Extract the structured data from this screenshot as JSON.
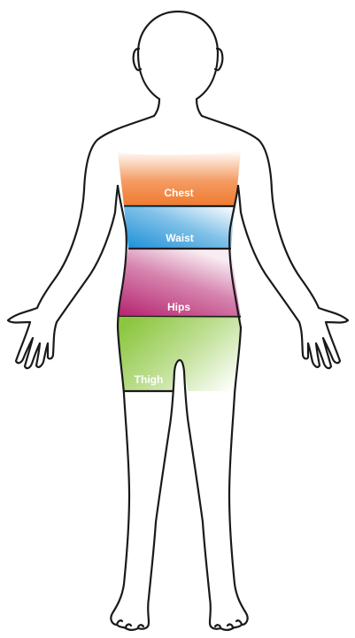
{
  "zones": {
    "chest": {
      "label": "Chest",
      "color": "#f07a2f"
    },
    "waist": {
      "label": "Waist",
      "color": "#1a8fd6"
    },
    "hips": {
      "label": "Hips",
      "color": "#b5216e"
    },
    "thigh": {
      "label": "Thigh",
      "color": "#8cc63f"
    }
  },
  "outline_color": "#1a1a1a"
}
